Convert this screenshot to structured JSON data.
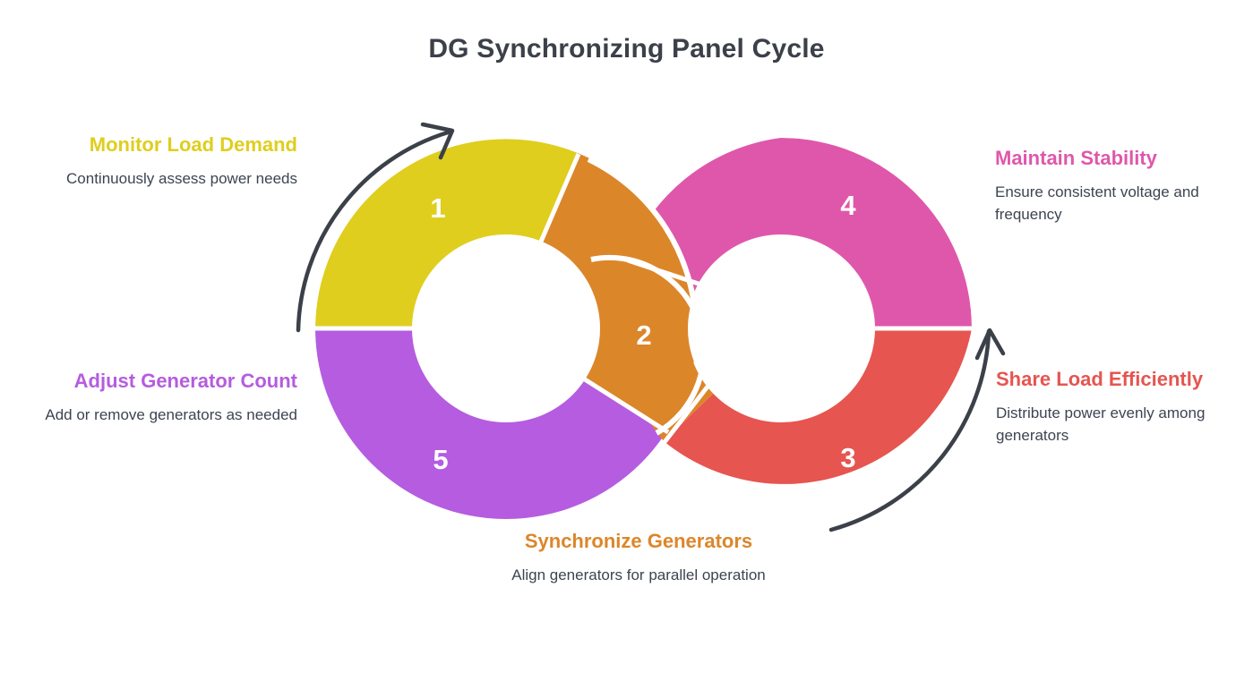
{
  "title": "DG Synchronizing Panel Cycle",
  "colors": {
    "step1_yellow": "#DFCE1E",
    "step2_orange": "#DC862A",
    "step3_red": "#E65550",
    "step4_pink": "#DF57AB",
    "step5_purple": "#B55CE0",
    "title_text": "#3b4049",
    "body_text": "#3d4451",
    "arrow": "#3b4049",
    "background": "#ffffff"
  },
  "chart_data": {
    "type": "pie",
    "title": "DG Synchronizing Panel Cycle",
    "layout": "infinity-loop-donut",
    "legend": "inline-callouts",
    "steps": [
      {
        "number": "1",
        "label": "Monitor Load Demand",
        "description": "Continuously assess power needs",
        "color": "#DFCE1E",
        "loop": "left",
        "position": "top-left"
      },
      {
        "number": "2",
        "label": "Synchronize Generators",
        "description": "Align generators for parallel operation",
        "color": "#DC862A",
        "loop": "crossover",
        "position": "bottom-center"
      },
      {
        "number": "3",
        "label": "Share Load Efficiently",
        "description": "Distribute power evenly among generators",
        "color": "#E65550",
        "loop": "right",
        "position": "bottom-right"
      },
      {
        "number": "4",
        "label": "Maintain Stability",
        "description": "Ensure consistent voltage and frequency",
        "color": "#DF57AB",
        "loop": "right",
        "position": "top-right"
      },
      {
        "number": "5",
        "label": "Adjust Generator Count",
        "description": "Add or remove generators as needed",
        "color": "#B55CE0",
        "loop": "left",
        "position": "bottom-left"
      }
    ],
    "arrows": [
      {
        "name": "left-flow-arrow",
        "direction": "clockwise",
        "side": "left"
      },
      {
        "name": "right-flow-arrow",
        "direction": "counterclockwise",
        "side": "right"
      }
    ]
  }
}
